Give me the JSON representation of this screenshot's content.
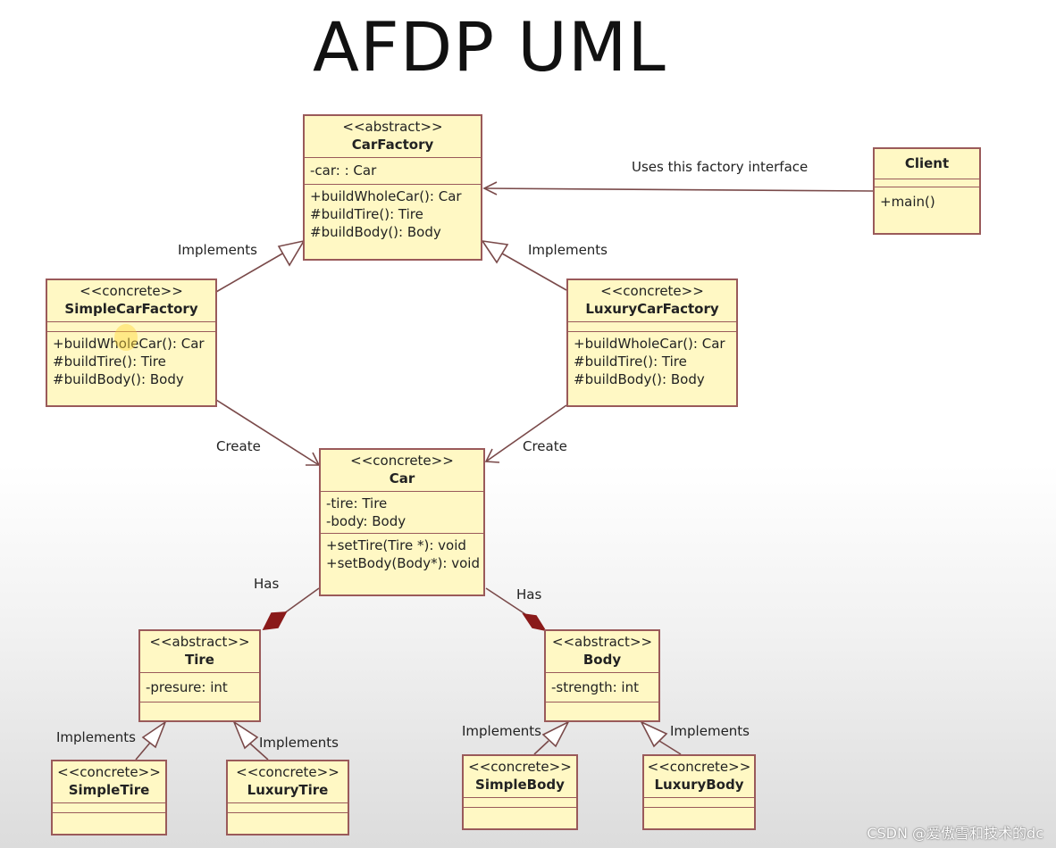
{
  "title": "AFDP UML",
  "watermark": "CSDN @爱傲雪和技术的dc",
  "classes": {
    "car_factory": {
      "stereotype": "<<abstract>>",
      "name": "CarFactory",
      "attributes": [
        "-car: : Car"
      ],
      "methods": [
        "+buildWholeCar(): Car",
        "#buildTire(): Tire",
        "#buildBody(): Body"
      ]
    },
    "client": {
      "name": "Client",
      "methods": [
        "+main()"
      ]
    },
    "simple_car_factory": {
      "stereotype": "<<concrete>>",
      "name": "SimpleCarFactory",
      "methods": [
        "+buildWholeCar(): Car",
        "#buildTire(): Tire",
        "#buildBody(): Body"
      ]
    },
    "luxury_car_factory": {
      "stereotype": "<<concrete>>",
      "name": "LuxuryCarFactory",
      "methods": [
        "+buildWholeCar(): Car",
        "#buildTire(): Tire",
        "#buildBody(): Body"
      ]
    },
    "car": {
      "stereotype": "<<concrete>>",
      "name": "Car",
      "attributes": [
        "-tire: Tire",
        "-body: Body"
      ],
      "methods": [
        "+setTire(Tire *): void",
        "+setBody(Body*): void"
      ]
    },
    "tire": {
      "stereotype": "<<abstract>>",
      "name": "Tire",
      "attributes": [
        "-presure: int"
      ]
    },
    "body": {
      "stereotype": "<<abstract>>",
      "name": "Body",
      "attributes": [
        "-strength: int"
      ]
    },
    "simple_tire": {
      "stereotype": "<<concrete>>",
      "name": "SimpleTire"
    },
    "luxury_tire": {
      "stereotype": "<<concrete>>",
      "name": "LuxuryTire"
    },
    "simple_body": {
      "stereotype": "<<concrete>>",
      "name": "SimpleBody"
    },
    "luxury_body": {
      "stereotype": "<<concrete>>",
      "name": "LuxuryBody"
    }
  },
  "edge_labels": {
    "uses": "Uses this factory interface",
    "implements_left": "Implements",
    "implements_right": "Implements",
    "create_left": "Create",
    "create_right": "Create",
    "has_left": "Has",
    "has_right": "Has",
    "tire_impl_left": "Implements",
    "tire_impl_right": "Implements",
    "body_impl_left": "Implements",
    "body_impl_right": "Implements"
  },
  "colors": {
    "class_fill": "#fff8c4",
    "class_border": "#9a5a5a",
    "edge": "#7a4a4a",
    "composition_diamond": "#8a1a1a"
  }
}
